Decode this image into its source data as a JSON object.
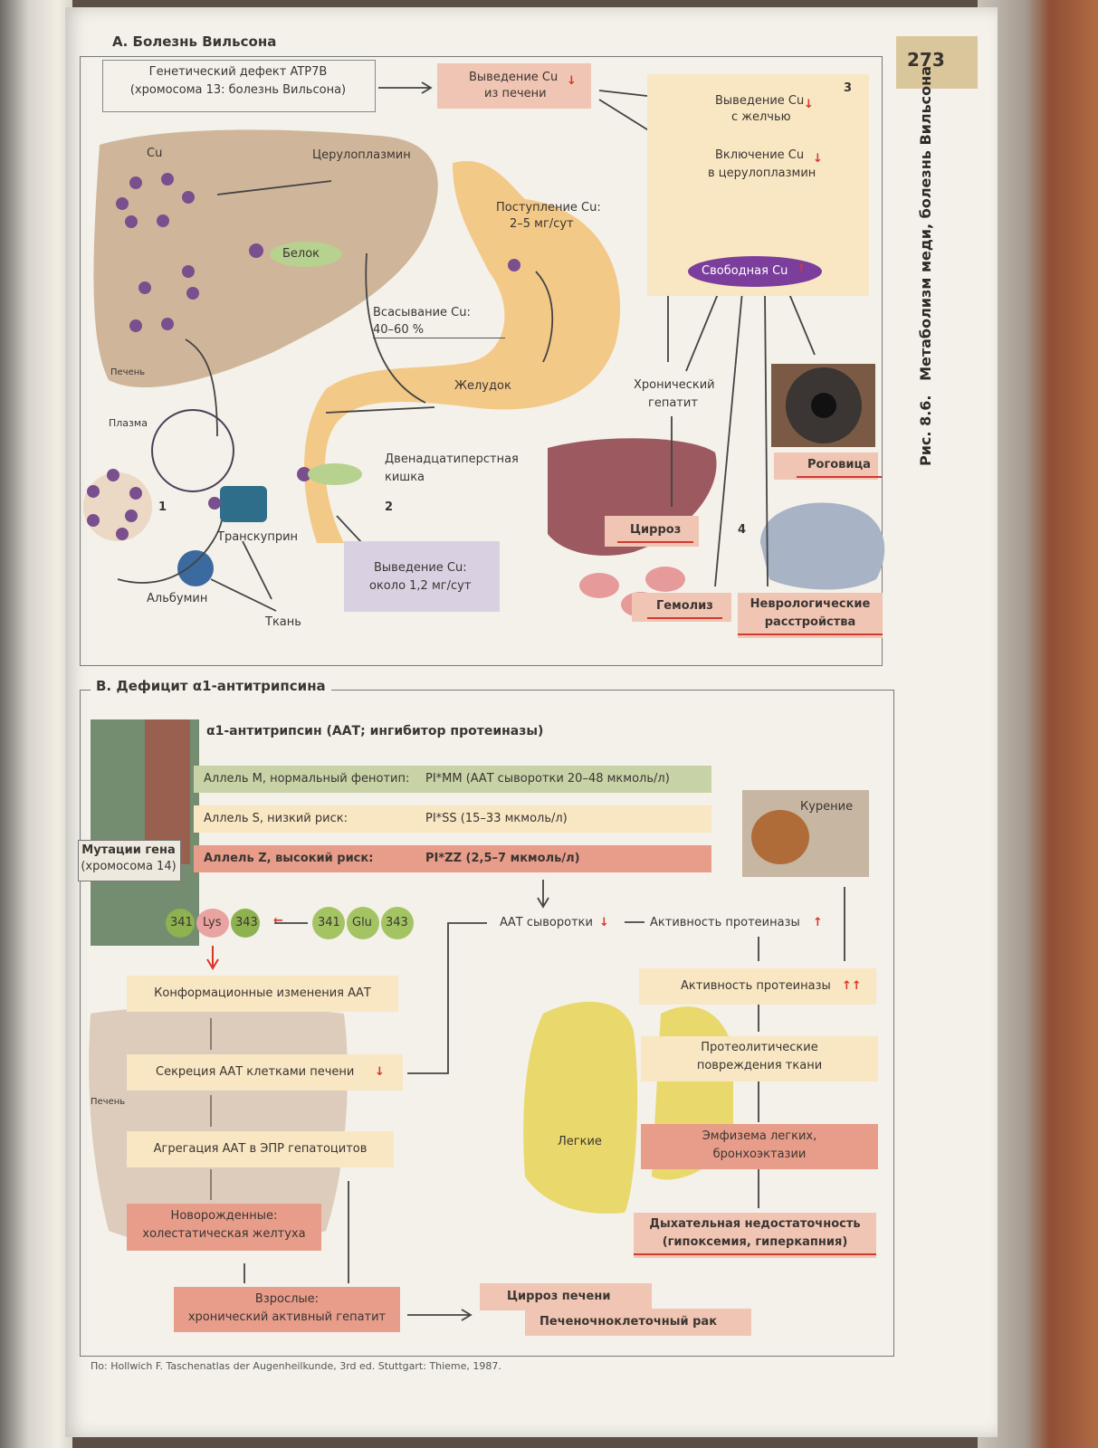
{
  "page_number": "273",
  "side_caption": {
    "fig": "Рис. 8.6.",
    "title": "Метаболизм меди, болезнь Вильсона"
  },
  "section_a": {
    "title": "А. Болезнь Вильсона",
    "genetic_defect": "Генетический дефект ATP7B",
    "genetic_defect_sub": "(хромосома 13: болезнь Вильсона)",
    "liver_excretion": "Выведение Cu",
    "liver_excretion_sub": "из печени",
    "bile_excretion": "Выведение Cu",
    "bile_excretion_sub": "с желчью",
    "ceruloplasmin_incl": "Включение Cu",
    "ceruloplasmin_incl_sub": "в церулоплазмин",
    "free_cu": "Свободная Cu",
    "cu_label": "Cu",
    "ceruloplasmin": "Церулоплазмин",
    "protein": "Белок",
    "intake": "Поступление Cu:",
    "intake_value": "2–5 мг/сут",
    "absorption": "Всасывание Cu:",
    "absorption_value": "40–60 %",
    "stomach": "Желудок",
    "duodenum": "Двенадцатиперстная",
    "duodenum2": "кишка",
    "liver": "Печень",
    "plasma": "Плазма",
    "transcuprin": "Транскуприн",
    "albumin": "Альбумин",
    "tissue": "Ткань",
    "fecal_excretion": "Выведение Cu:",
    "fecal_excretion_value": "около 1,2 мг/сут",
    "chronic_hepatitis": "Хронический",
    "chronic_hepatitis2": "гепатит",
    "cirrhosis": "Цирроз",
    "cornea": "Роговица",
    "hemolysis": "Гемолиз",
    "neuro": "Неврологические",
    "neuro2": "расстройства",
    "num1": "1",
    "num2": "2",
    "num3": "3",
    "num4": "4"
  },
  "section_b": {
    "title": "B. Дефицит α1-антитрипсина",
    "aat_title": "α1-антитрипсин (ААТ; ингибитор протеиназы)",
    "allele_m": "Аллель M, нормальный фенотип:",
    "allele_m_val": "PI*MM (ААТ сыворотки 20–48 мкмоль/л)",
    "allele_s": "Аллель S, низкий риск:",
    "allele_s_val": "PI*SS (15–33 мкмоль/л)",
    "allele_z": "Аллель Z, высокий риск:",
    "allele_z_val": "PI*ZZ (2,5–7 мкмоль/л)",
    "mutations": "Мутации гена",
    "mutations_sub": "(хромосома 14)",
    "mut_341": "341",
    "mut_lys": "Lys",
    "mut_343": "343",
    "norm_341": "341",
    "norm_glu": "Glu",
    "norm_343": "343",
    "smoking": "Курение",
    "serum_aat": "ААТ сыворотки",
    "protease_activity": "Активность протеиназы",
    "protease_activity2": "Активность протеиназы",
    "conform": "Конформационные изменения ААТ",
    "secretion": "Секреция ААТ клетками печени",
    "aggregation": "Агрегация ААТ в ЭПР гепатоцитов",
    "liver": "Печень",
    "neonate": "Новорожденные:",
    "neonate2": "холестатическая желтуха",
    "adult": "Взрослые:",
    "adult2": "хронический активный гепатит",
    "liver_cirrhosis": "Цирроз печени",
    "hcc": "Печеночноклеточный рак",
    "proteolytic": "Протеолитические",
    "proteolytic2": "повреждения ткани",
    "lungs": "Легкие",
    "emphysema": "Эмфизема легких,",
    "emphysema2": "бронхоэктазии",
    "resp_fail": "Дыхательная недостаточность",
    "resp_fail2": "(гипоксемия, гиперкапния)"
  },
  "source": "По: Hollwich F. Taschenatlas der Augenheilkunde, 3rd ed. Stuttgart: Thieme, 1987."
}
